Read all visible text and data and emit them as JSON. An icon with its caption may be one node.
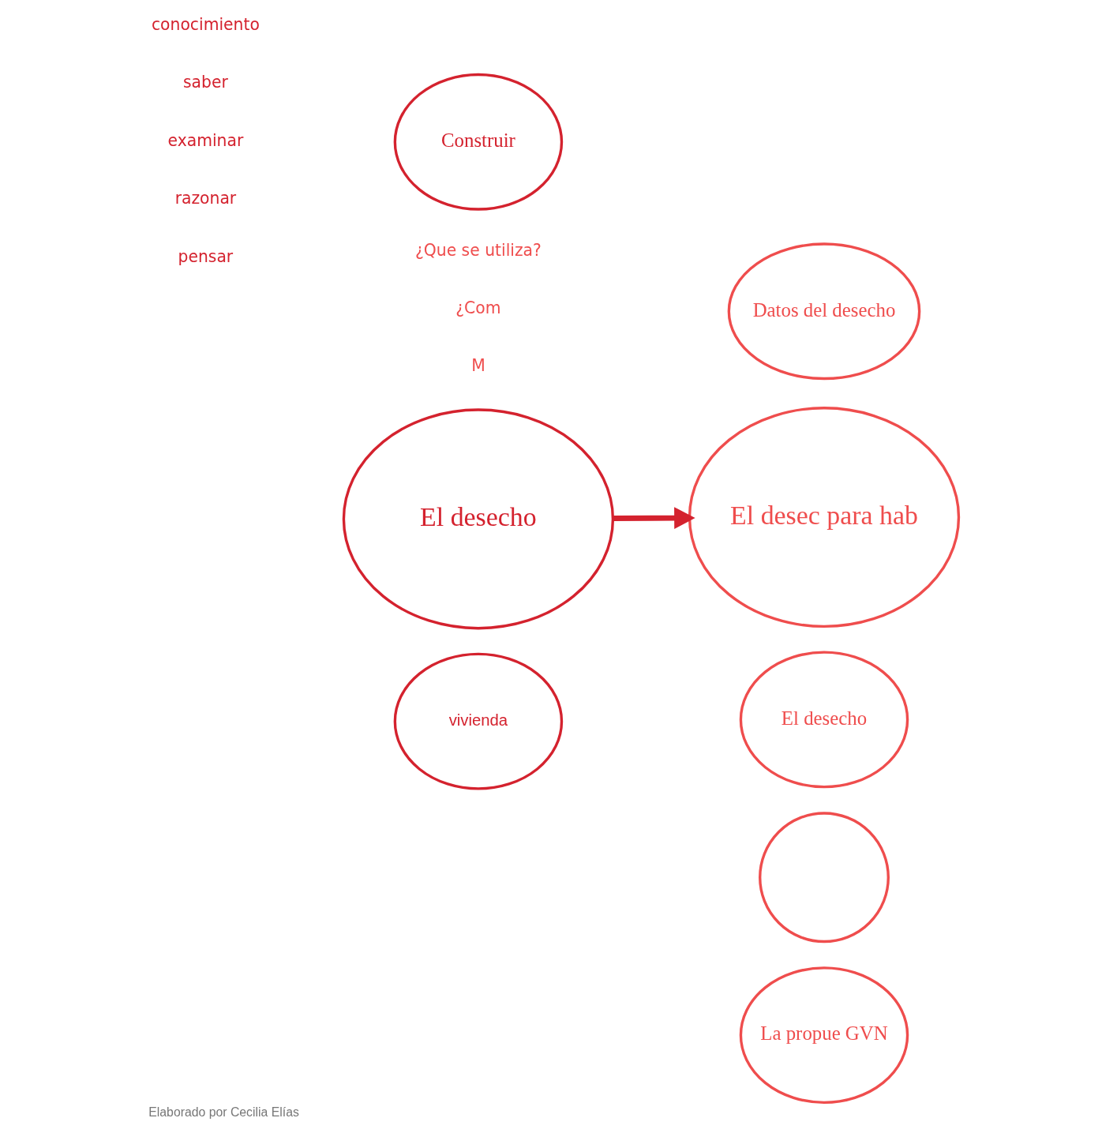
{
  "diagram": {
    "caption": "Elaborado por Cecilia Elías",
    "nodes": [
      {
        "text": [
          "Construir"
        ]
      },
      {
        "text": [
          "El desecho"
        ]
      },
      {
        "text": [
          "vivienda"
        ]
      },
      {
        "text": [
          "Datos del desecho"
        ]
      },
      {
        "text": [
          "El desec para hab"
        ]
      },
      {
        "text": [
          "El desecho"
        ]
      },
      {
        "text": [],
        "shape": "circle"
      },
      {
        "text": [
          "La propue GVN"
        ]
      }
    ],
    "edges": [
      {
        "from": 1,
        "to": 4,
        "arrow": "to"
      }
    ],
    "labels": [
      "conocimiento",
      "saber",
      "examinar",
      "razonar",
      "pensar",
      "¿Que se utiliza?",
      "¿Com",
      "M"
    ]
  }
}
